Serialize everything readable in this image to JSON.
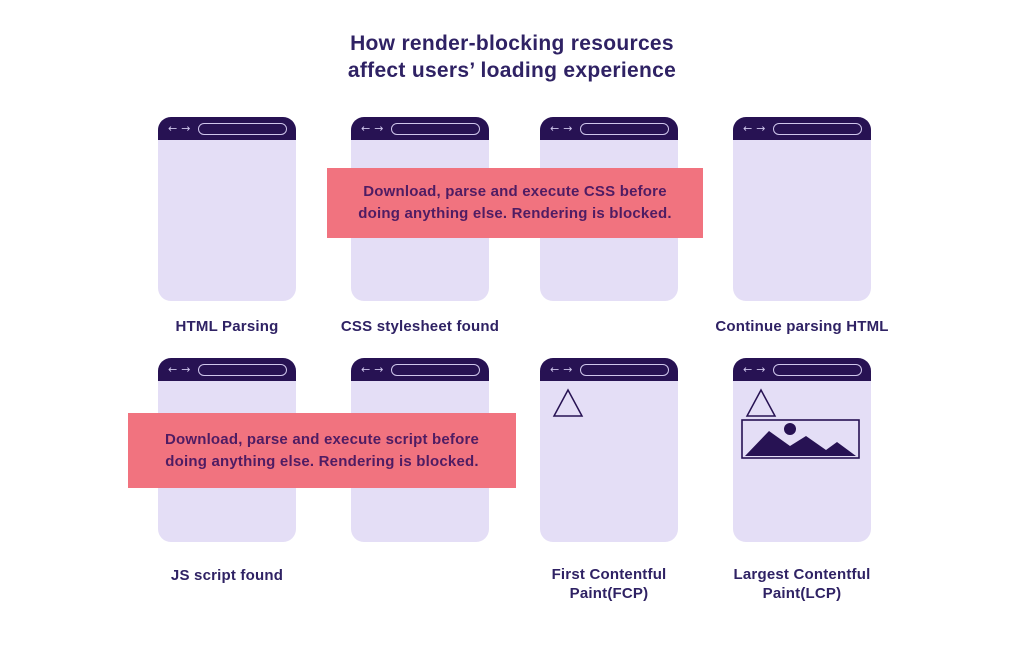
{
  "title": "How render-blocking resources\naffect users’ loading experience",
  "colors": {
    "background": "#ffffff",
    "browser_header": "#271253",
    "browser_body": "#e4def6",
    "header_controls": "#cfc6ec",
    "callout_pink": "#f1737f",
    "callout_text": "#4f1c63",
    "heading_text": "#2f2264"
  },
  "banners": [
    {
      "text": "Download, parse and execute CSS before\ndoing anything else. Rendering is blocked."
    },
    {
      "text": "Download, parse and execute script before\ndoing anything else. Rendering is blocked."
    }
  ],
  "windows": [
    {
      "label": "HTML Parsing",
      "content": "empty"
    },
    {
      "label": "CSS stylesheet found",
      "content": "empty"
    },
    {
      "label": "",
      "content": "empty"
    },
    {
      "label": "Continue parsing HTML",
      "content": "empty"
    },
    {
      "label": "JS script found",
      "content": "empty"
    },
    {
      "label": "",
      "content": "empty"
    },
    {
      "label": "First Contentful\nPaint(FCP)",
      "content": "triangle"
    },
    {
      "label": "Largest Contentful\nPaint(LCP)",
      "content": "triangle-and-image"
    }
  ]
}
